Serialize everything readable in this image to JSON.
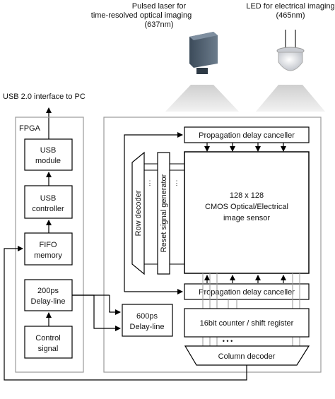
{
  "labels": {
    "laser_line1": "Pulsed laser for",
    "laser_line2": "time-resolved optical imaging",
    "laser_line3": "(637nm)",
    "led_line1": "LED for electrical imaging",
    "led_line2": "(465nm)",
    "usb_interface": "USB 2.0 interface to PC",
    "fpga": "FPGA",
    "usb_module_1": "USB",
    "usb_module_2": "module",
    "usb_controller_1": "USB",
    "usb_controller_2": "controller",
    "fifo_1": "FIFO",
    "fifo_2": "memory",
    "delay200_1": "200ps",
    "delay200_2": "Delay-line",
    "control_1": "Control",
    "control_2": "signal",
    "delay600_1": "600ps",
    "delay600_2": "Delay-line",
    "pdc_top": "Propagation delay canceller",
    "pdc_bottom": "Propagation delay canceller",
    "row_decoder": "Row decoder",
    "reset_gen": "Reset signal generator",
    "sensor_1": "128 x 128",
    "sensor_2": "CMOS Optical/Electrical",
    "sensor_3": "image sensor",
    "counter": "16bit counter / shift register",
    "column_decoder": "Column decoder"
  },
  "colors": {
    "line": "#000000",
    "outline_box": "#9a9a9a",
    "device_gray": "#d9d9d9",
    "laser_body": "#4a5a6a"
  }
}
